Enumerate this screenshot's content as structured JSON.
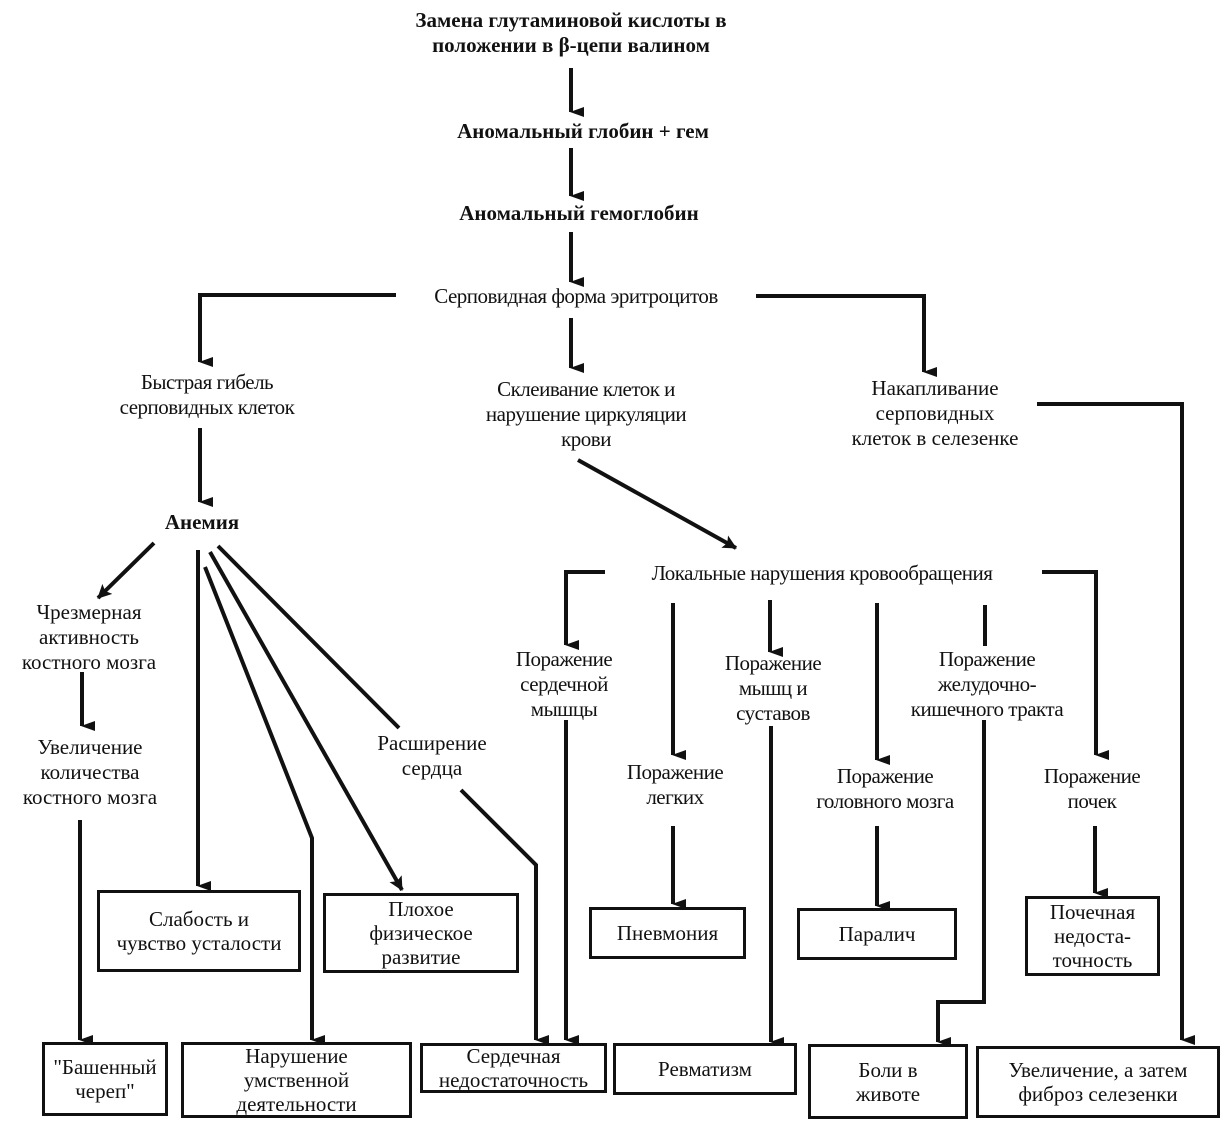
{
  "title": "Патогенез серповидноклеточной анемии",
  "colors": {
    "ink": "#111111",
    "background": "#ffffff"
  },
  "nodes": {
    "mutation": "Замена глутаминовой   кислоты в\nположении  в β-цепи валином",
    "globin": "Аномальный глобин + гем",
    "hemoglobin": "Аномальный гемоглобин",
    "sickle": "Серповидная форма эритроцитов",
    "destruction": "Быстрая гибель\nсерповидных клеток",
    "clumping": "Склеивание клеток и\nнарушение циркуляции\nкрови",
    "spleen_accum": "Накапливание\nсерповидных\nклеток в селезенке",
    "anemia": "Анемия",
    "marrow_activity": "Чрезмерная\nактивность\nкостного мозга",
    "marrow_increase": "Увеличение\nколичества\nкостного мозга",
    "heart_enlarge": "Расширение\nсердца",
    "local_circ": "Локальные нарушения кровообращения",
    "heart_muscle": "Поражение\nсердечной\nмышцы",
    "lungs": "Поражение\nлегких",
    "muscles_joints": "Поражение\nмышц и\nсуставов",
    "brain": "Поражение\nголовного мозга",
    "gi_tract": "Поражение\nжелудочно-\nкишечного тракта",
    "kidneys": "Поражение\nпочек"
  },
  "outcomes": {
    "weakness": "Слабость и\nчувство усталости",
    "poor_growth": "Плохое\nфизическое\nразвитие",
    "pneumonia": "Пневмония",
    "paralysis": "Паралич",
    "kidney_failure": "Почечная\nнедоста-\nточность",
    "tower_skull": "\"Башенный\nчереп\"",
    "mental": "Нарушение\nумственной\nдеятельности",
    "heart_failure": "Сердечная\nнедостаточность",
    "rheumatism": "Ревматизм",
    "abdominal_pain": "Боли в\nживоте",
    "spleen_fibrosis": "Увеличение, а затем\nфиброз селезенки"
  }
}
